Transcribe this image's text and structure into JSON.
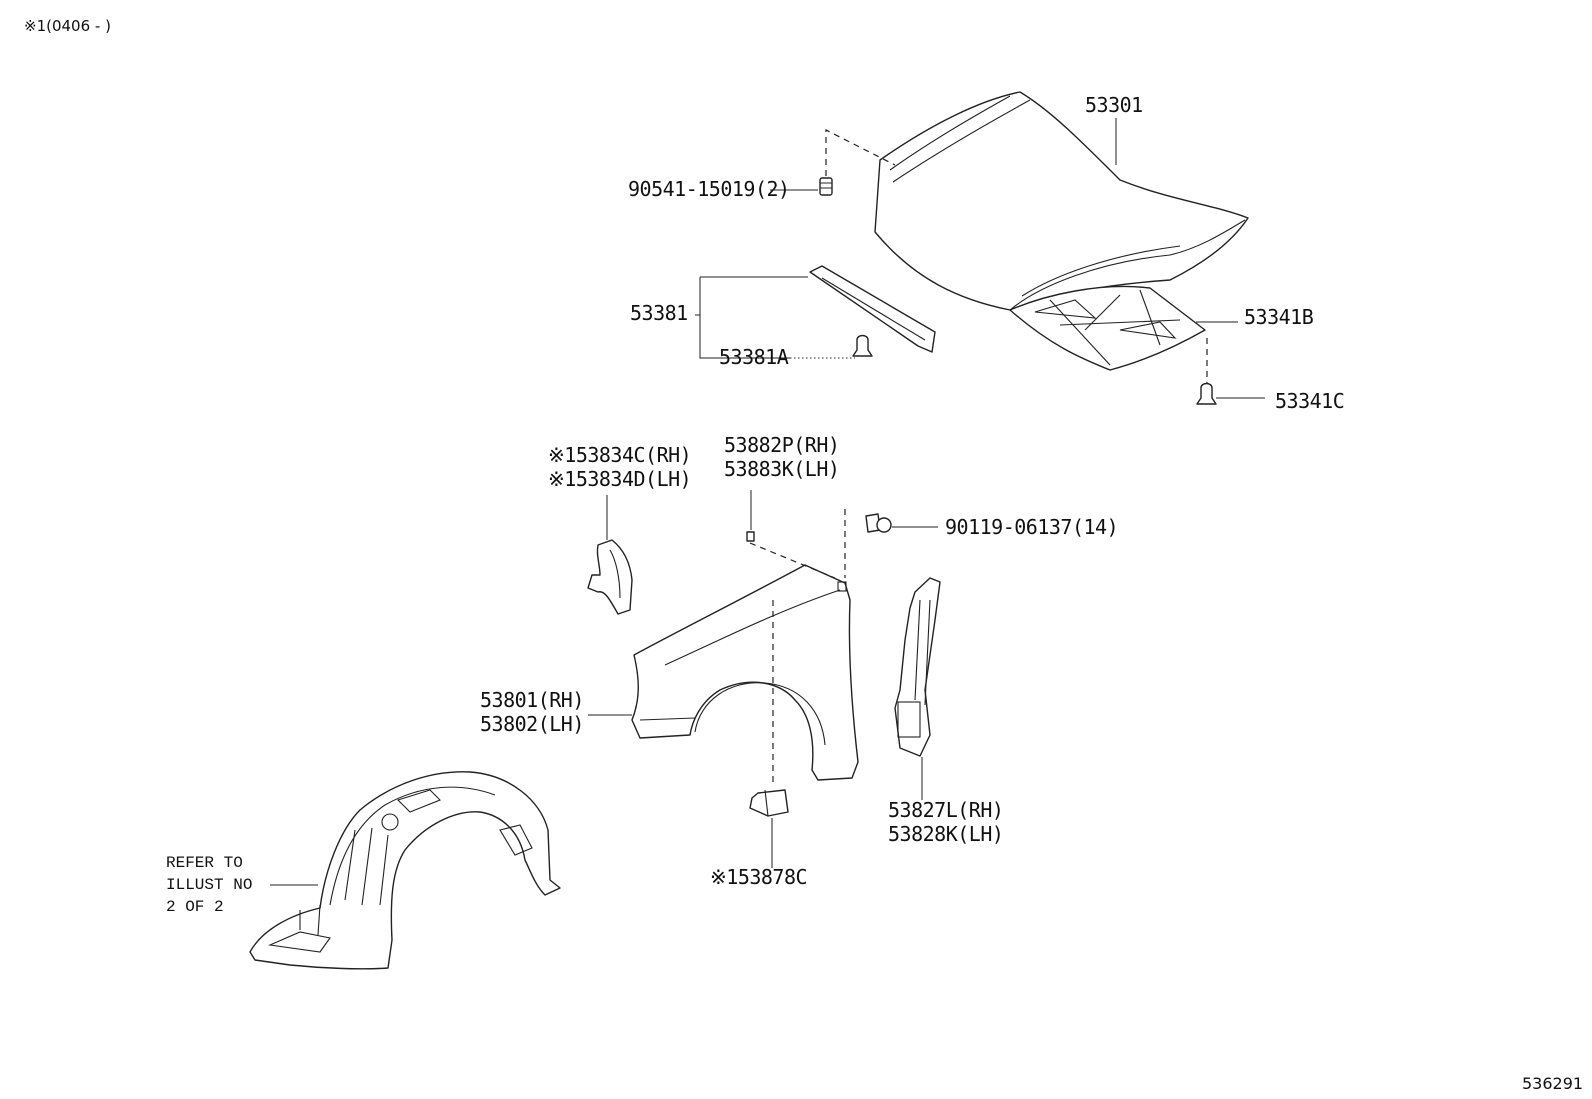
{
  "header_note": "※1(0406 -    )",
  "figure_number": "536291",
  "labels": {
    "p53301": "53301",
    "p90541": "90541-15019(2)",
    "p53381": "53381",
    "p53381a": "53381A",
    "p53341b": "53341B",
    "p53341c": "53341C",
    "p53834c_mark": "※1",
    "p53834c": "53834C(RH)",
    "p53834d_mark": "※1",
    "p53834d": "53834D(LH)",
    "p53882p": "53882P(RH)",
    "p53883k": "53883K(LH)",
    "p90119": "90119-06137(14)",
    "p53801": "53801(RH)",
    "p53802": "53802(LH)",
    "p53827l": "53827L(RH)",
    "p53828k": "53828K(LH)",
    "p53878c_mark": "※1",
    "p53878c": "53878C"
  },
  "refer_note": {
    "line1": "REFER TO",
    "line2": "ILLUST NO",
    "line3": "2 OF 2"
  },
  "parts_icons": {
    "hood": "hood-panel",
    "hood_insulator": "hood-insulator",
    "hood_seal": "hood-seal",
    "fender": "front-fender",
    "fender_liner": "fender-liner",
    "fender_bracket": "fender-bracket"
  }
}
